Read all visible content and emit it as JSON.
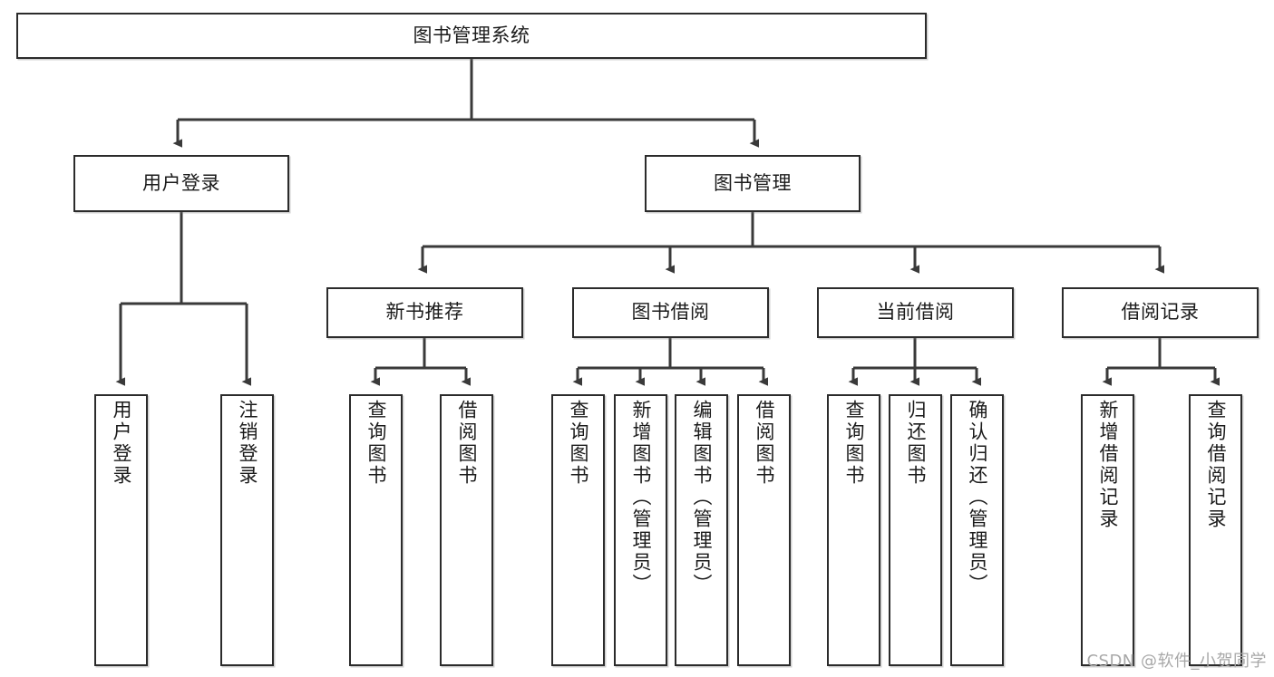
{
  "diagram": {
    "type": "tree-hierarchy",
    "title": "图书管理系统",
    "watermark": "CSDN @软件_小贺同学",
    "colors": {
      "box_stroke": "#2b2b2b",
      "box_fill": "#ffffff",
      "connector": "#3a3a3a",
      "text": "#1b1b1b",
      "watermark": "#a8a8a8"
    },
    "levels": {
      "root": {
        "label": "图书管理系统"
      },
      "level2": [
        {
          "label": "用户登录"
        },
        {
          "label": "图书管理"
        }
      ],
      "level3": [
        {
          "label": "新书推荐"
        },
        {
          "label": "图书借阅"
        },
        {
          "label": "当前借阅"
        },
        {
          "label": "借阅记录"
        }
      ],
      "leaves": {
        "user_login": [
          {
            "label": "用户登录"
          },
          {
            "label": "注销登录"
          }
        ],
        "new_book_recommend": [
          {
            "label": "查询图书"
          },
          {
            "label": "借阅图书"
          }
        ],
        "book_borrow": [
          {
            "label": "查询图书"
          },
          {
            "label": "新增图书（管理员）"
          },
          {
            "label": "编辑图书（管理员）"
          },
          {
            "label": "借阅图书"
          }
        ],
        "current_borrow": [
          {
            "label": "查询图书"
          },
          {
            "label": "归还图书"
          },
          {
            "label": "确认归还（管理员）"
          }
        ],
        "borrow_record": [
          {
            "label": "新增借阅记录"
          },
          {
            "label": "查询借阅记录"
          }
        ]
      }
    }
  }
}
